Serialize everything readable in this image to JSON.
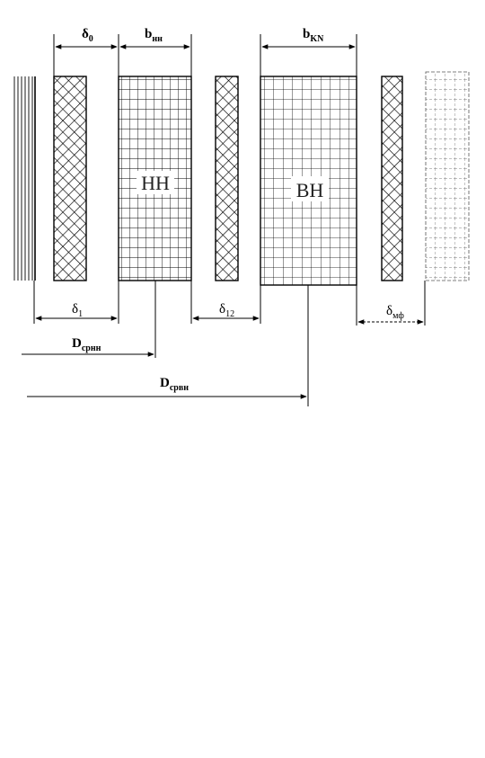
{
  "labels": {
    "delta0": {
      "base": "δ",
      "sub": "0"
    },
    "b_nn": {
      "base": "b",
      "sub": "нн"
    },
    "b_kn": {
      "base": "b",
      "sub": "KN"
    },
    "delta1": {
      "base": "δ",
      "sub": "1"
    },
    "delta12": {
      "base": "δ",
      "sub": "12"
    },
    "delta_mf": {
      "base": "δ",
      "sub": "мф"
    },
    "d_srnn": {
      "base": "D",
      "sub": "срнн"
    },
    "d_srvn": {
      "base": "D",
      "sub": "срвн"
    }
  },
  "coils": {
    "hh": "НН",
    "bh": "ВН"
  }
}
